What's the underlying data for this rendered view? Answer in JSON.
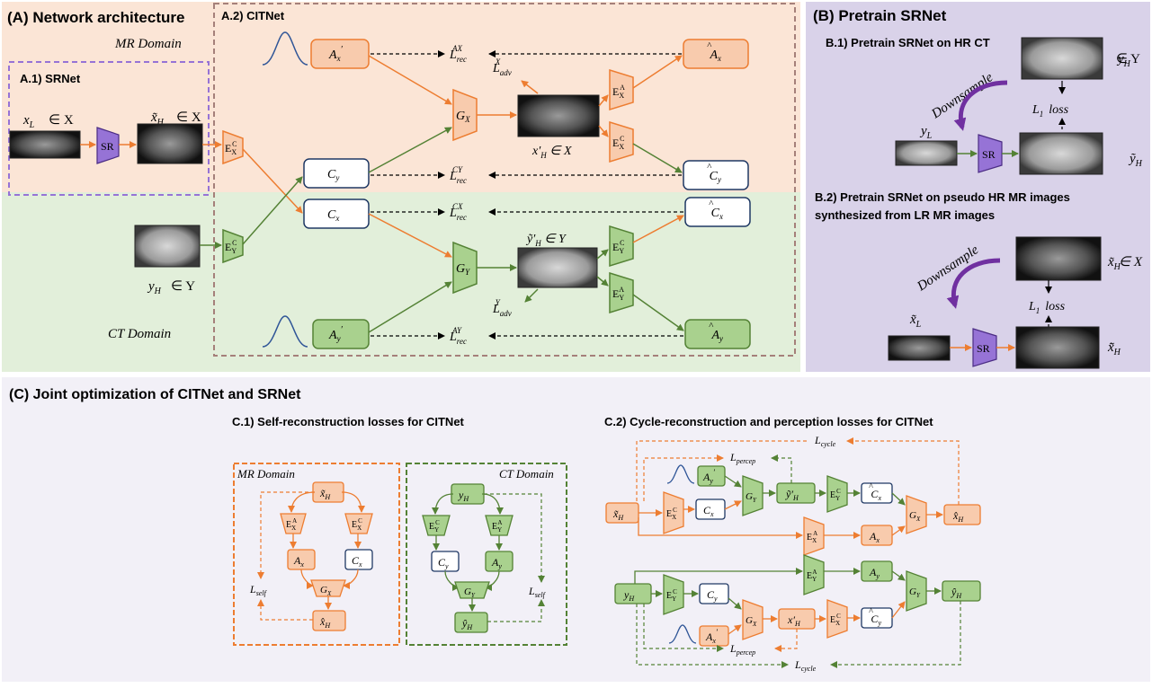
{
  "panelA": {
    "title": "(A) Network architecture",
    "mr_domain": "MR Domain",
    "ct_domain": "CT Domain",
    "a1_title": "A.1) SRNet",
    "a2_title": "A.2) CITNet",
    "x_l": "x",
    "x_l_sub": "L",
    "in_X": "∈ X",
    "in_Y": "∈ Y",
    "sr": "SR",
    "x_h_tilde": "x̃",
    "x_h_sub": "H",
    "y_h": "y",
    "y_h_sub": "H",
    "E": "E",
    "A": "A",
    "C": "C",
    "G": "G",
    "sub_x": "x",
    "sub_y": "y",
    "sub_X": "X",
    "sub_Y": "Y",
    "x_prime": "x′",
    "y_tilde_prime": "ỹ′",
    "L": "L",
    "rec": "rec",
    "adv": "adv",
    "AX": "AX",
    "CY": "CY",
    "CX": "CX",
    "AY": "AY",
    "hat": "^"
  },
  "panelB": {
    "title": "(B) Pretrain SRNet",
    "b1": "B.1) Pretrain SRNet on HR CT",
    "b2_line1": "B.2) Pretrain SRNet on pseudo HR MR images",
    "b2_line2": "synthesized from LR MR images",
    "downsample": "Downsample",
    "l1": "L",
    "l1_sub": "1",
    "loss": "loss",
    "y_H_in": "∈ Y",
    "x_H_in": "∈ X"
  },
  "panelC": {
    "title": "(C) Joint optimization of CITNet and SRNet",
    "c1": "C.1) Self-reconstruction losses for CITNet",
    "c2": "C.2) Cycle-reconstruction and perception losses for CITNet",
    "mr_domain": "MR Domain",
    "ct_domain": "CT Domain",
    "l_self": "L",
    "self_sub": "self",
    "l_percep": "L",
    "percep_sub": "percep",
    "l_cycle": "L",
    "cycle_sub": "cycle"
  },
  "colors": {
    "orange": "#ED7D31",
    "orange_fill": "#F8CBAD",
    "green": "#548235",
    "green_light": "#70AD47",
    "green_fill": "#A9D18E",
    "navy": "#1F3864",
    "purple": "#7030A0",
    "purple_box": "#9673D6",
    "panelA_top": "#FBE5D6",
    "panelA_bottom": "#E2EFDA",
    "panelB": "#D9D2E9",
    "panelC": "#F2F0F7",
    "gauss": "#2F5597"
  }
}
